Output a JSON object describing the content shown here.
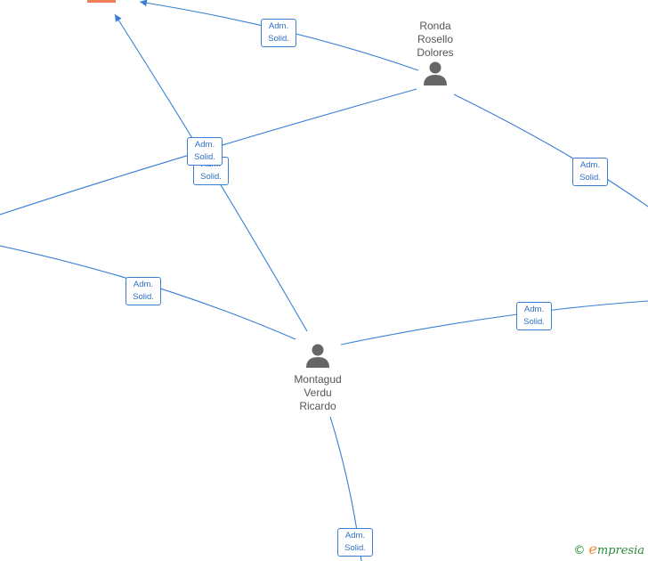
{
  "people": [
    {
      "id": "ronda",
      "lines": [
        "Ronda",
        "Rosello",
        "Dolores"
      ]
    },
    {
      "id": "montagud",
      "lines": [
        "Montagud",
        "Verdu",
        "Ricardo"
      ]
    }
  ],
  "role_label": [
    "Adm.",
    "Solid."
  ],
  "footer": {
    "copyright": "©",
    "brand_e": "e",
    "brand_rest": "mpresia"
  }
}
